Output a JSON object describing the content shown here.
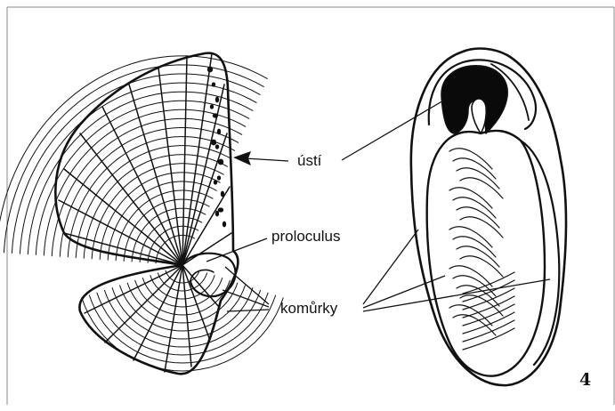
{
  "labels": {
    "aperture": "ústí",
    "proloculus": "proloculus",
    "chambers": "komůrky"
  },
  "figure_number": "4",
  "colors": {
    "ink": "#111111",
    "frame": "#888888",
    "paper": "#ffffff"
  }
}
